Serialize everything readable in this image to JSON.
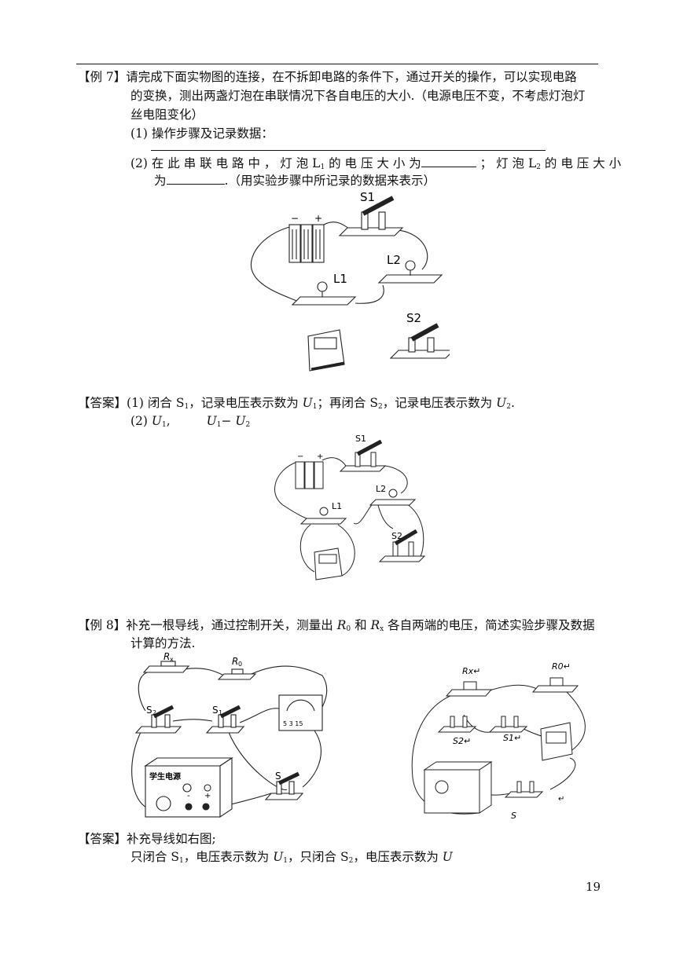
{
  "example7": {
    "tag": "【例 7】",
    "line1": "请完成下面实物图的连接，在不拆卸电路的条件下，通过开关的操作，可以实现电路",
    "line2": "的变换，测出两盏灯泡在串联情况下各自电压的大小.（电源电压不变，不考虑灯泡灯",
    "line3": "丝电阻变化）",
    "q1": "(1)  操作步骤及记录数据：",
    "q2a": "(2)  在 此 串 联 电 路 中 ， 灯 泡 L",
    "q2b": " 的 电 压 大 小 为",
    "q2c": " ； 灯 泡 L",
    "q2d": " 的 电 压 大 小",
    "q2e": "为",
    "q2f": ".（用实验步骤中所记录的数据来表示）",
    "fig_labels": {
      "s1": "S1",
      "l2": "L2",
      "l1": "L1",
      "s2": "S2",
      "minus": "−",
      "plus": "+"
    }
  },
  "answer7": {
    "tag": "【答案】",
    "a1": "(1) 闭合 S",
    "a1b": "，记录电压表示数为 ",
    "a1c": "；再闭合 S",
    "a1d": "，记录电压表示数为 ",
    "a1e": ".",
    "a2": "(2) ",
    "a2b": ",",
    "a2c": "−",
    "U": "U",
    "sub1": "1",
    "sub2": "2",
    "fig_labels": {
      "s1": "S1",
      "l2": "L2",
      "l1": "L1",
      "s2": "S2",
      "minus": "−",
      "plus": "+"
    }
  },
  "example8": {
    "tag": "【例 8】",
    "line1a": "补充一根导线，通过控制开关，测量出 ",
    "line1b": " 和 ",
    "line1c": " 各自两端的电压，简述实验步骤及数据",
    "line2": "计算的方法.",
    "R": "R",
    "sub0": "0",
    "subx": "x",
    "fig_left": {
      "rx": "R",
      "rx_sub": "x",
      "r0": "R",
      "r0_sub": "0",
      "s2": "S",
      "s2_sub": "2",
      "s1": "S",
      "s1_sub": "1",
      "s": "S",
      "psu": "学生电源",
      "meter_scale": "5   3  15",
      "minus": "-",
      "plus": "+"
    },
    "fig_right": {
      "rx": "Rx↵",
      "r0": "R0↵",
      "s2": "S2↵",
      "s1": "S1↵",
      "s": "S",
      "ret": "↵"
    }
  },
  "answer8": {
    "tag": "【答案】",
    "line1": "补充导线如右图;",
    "line2a": "只闭合 S",
    "line2b": "，电压表示数为 ",
    "line2c": "，只闭合 S",
    "line2d": "，电压表示数为 ",
    "U": "U",
    "sub1": "1",
    "sub2": "2"
  },
  "page_number": "19"
}
